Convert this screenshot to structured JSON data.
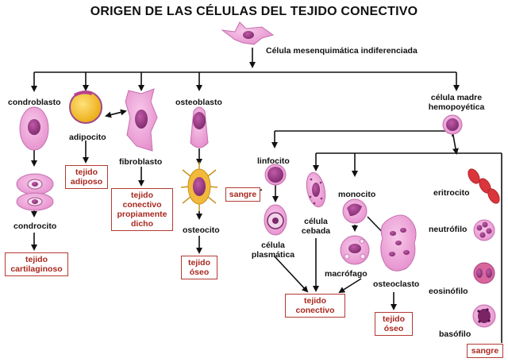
{
  "title": "ORIGEN DE LAS CÉLULAS DEL TEJIDO CONECTIVO",
  "nodes": {
    "mesenquimatica": "Célula mesenquimática indiferenciada",
    "condroblasto": "condroblasto",
    "adipocito": "adipocito",
    "fibroblasto": "fibroblasto",
    "osteoblasto": "osteoblasto",
    "madre_hemo_1": "célula madre",
    "madre_hemo_2": "hemopoyética",
    "condrocito": "condrocito",
    "osteocito": "osteocito",
    "linfocito": "linfocito",
    "plasmatica_1": "célula",
    "plasmatica_2": "plasmática",
    "cebada_1": "célula",
    "cebada_2": "cebada",
    "monocito": "monocito",
    "macrofago": "macrófago",
    "osteoclasto": "osteoclasto",
    "eritrocito": "eritrocito",
    "neutrofilo": "neutrófilo",
    "eosinofilo": "eosinófilo",
    "basofilo": "basófilo"
  },
  "tissues": {
    "adiposo_1": "tejido",
    "adiposo_2": "adiposo",
    "fibro_1": "tejido",
    "fibro_2": "conectivo",
    "fibro_3": "propiamente",
    "fibro_4": "dicho",
    "cartilaginoso_1": "tejido",
    "cartilaginoso_2": "cartilaginoso",
    "oseo1_1": "tejido",
    "oseo1_2": "óseo",
    "sangre_linfo": "sangre",
    "conectivo_1": "tejido",
    "conectivo_2": "conectivo",
    "oseo2_1": "tejido",
    "oseo2_2": "óseo",
    "sangre_gran": "sangre"
  },
  "colors": {
    "cell_pink": "#f0a6d8",
    "nucleus_purple": "#9b3a86",
    "adipocyte_yellow": "#f3c21c",
    "erythrocyte_red": "#d9353a",
    "box_border": "#b43a32",
    "box_text": "#a8281f"
  }
}
